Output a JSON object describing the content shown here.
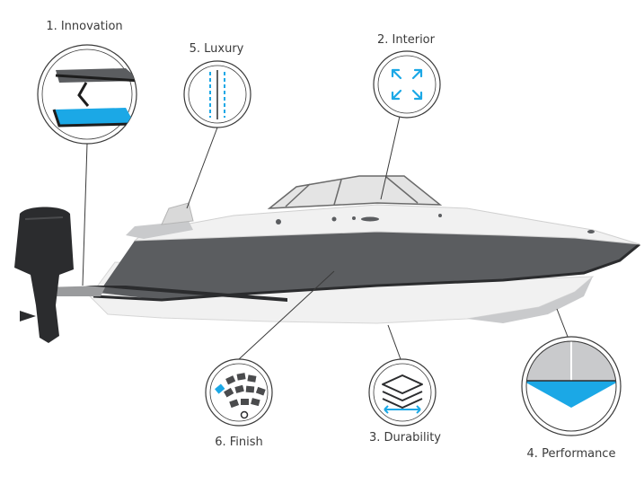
{
  "callouts": {
    "innovation": {
      "label": "1. Innovation",
      "icon": "hardtop-sundeck-icon"
    },
    "interior": {
      "label": "2. Interior",
      "icon": "expand-arrows-icon"
    },
    "durability": {
      "label": "3. Durability",
      "icon": "stacked-layers-icon"
    },
    "performance": {
      "label": "4. Performance",
      "icon": "hull-cross-section-icon"
    },
    "luxury": {
      "label": "5. Luxury",
      "icon": "stitched-seam-icon"
    },
    "finish": {
      "label": "6. Finish",
      "icon": "color-swatch-fan-icon"
    }
  },
  "colors": {
    "accent": "#1ba8e6",
    "hull": "#5b5d60",
    "dark": "#2b2c2e",
    "light_gray": "#c9cacc",
    "deck": "#f1f1f1",
    "outline": "#3a3a3a"
  }
}
